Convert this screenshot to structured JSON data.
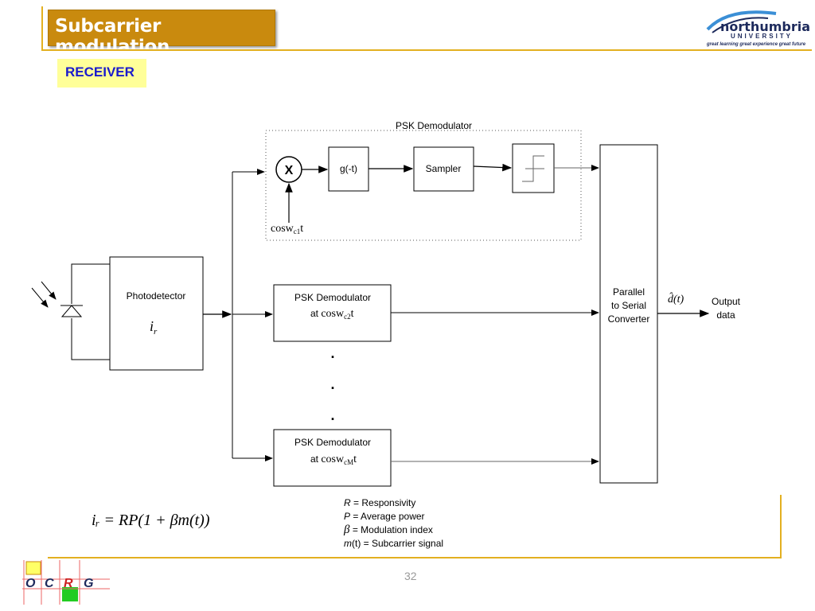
{
  "header": {
    "title": "Subcarrier modulation",
    "section_label": "RECEIVER",
    "logo": {
      "name": "northumbria",
      "sub": "UNIVERSITY",
      "tagline": "great learning  great experience  great future"
    }
  },
  "diagram": {
    "psk_group_label": "PSK Demodulator",
    "multiplier_symbol": "X",
    "matched_filter": "g(-t)",
    "sampler": "Sampler",
    "carrier_1": "cosw",
    "carrier_1_sub": "c1",
    "carrier_1_t": "t",
    "photodetector": "Photodetector",
    "photocurrent": "i",
    "photocurrent_sub": "r",
    "demod_2_line1": "PSK Demodulator",
    "demod_2_line2": "at ",
    "demod_2_carrier": "cosw",
    "demod_2_sub": "c2",
    "demod_2_t": "t",
    "demod_M_line1": "PSK Demodulator",
    "demod_M_line2": "at ",
    "demod_M_carrier": "cosw",
    "demod_M_sub": "cM",
    "demod_M_t": "t",
    "converter_line1": "Parallel",
    "converter_line2": "to Serial",
    "converter_line3": "Converter",
    "estimate": "d̂(t)",
    "output_line1": "Output",
    "output_line2": "data",
    "dot": "."
  },
  "equation": "iᵣ = RP(1 + βm(t))",
  "legend": [
    {
      "symbol": "R",
      "text": " = Responsivity"
    },
    {
      "symbol": "P",
      "text": " = Average power"
    },
    {
      "symbol": "β",
      "text": " = Modulation index"
    },
    {
      "symbol": "m",
      "text": "(t) = Subcarrier signal",
      "symbol_italic": true
    }
  ],
  "footer": {
    "page": "32",
    "logo_letters": [
      "O",
      "C",
      "R",
      "G"
    ]
  },
  "colors": {
    "accent": "#c98a0e",
    "line": "#e3b020",
    "highlight": "#ffff99",
    "receiver_text": "#1a1acc"
  }
}
